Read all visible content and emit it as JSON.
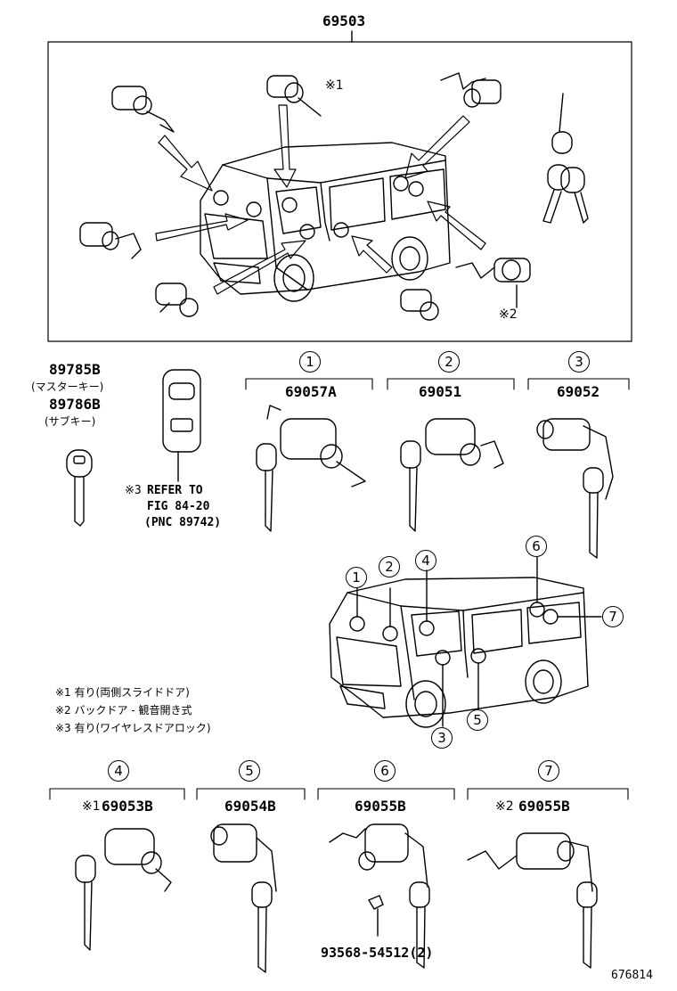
{
  "top_part_number": "69503",
  "keys": {
    "master_number": "89785B",
    "master_caption": "(マスターキー)",
    "sub_number": "89786B",
    "sub_caption": "(サブキー)"
  },
  "refer": {
    "mark": "※3",
    "line1": "REFER TO",
    "line2": "FIG 84-20",
    "line3": "(PNC 89742)"
  },
  "parts": [
    {
      "index": "1",
      "number": "69057A",
      "mark": ""
    },
    {
      "index": "2",
      "number": "69051",
      "mark": ""
    },
    {
      "index": "3",
      "number": "69052",
      "mark": ""
    },
    {
      "index": "4",
      "number": "69053B",
      "mark": "※1"
    },
    {
      "index": "5",
      "number": "69054B",
      "mark": ""
    },
    {
      "index": "6",
      "number": "69055B",
      "mark": ""
    },
    {
      "index": "7",
      "number": "69055B",
      "mark": "※2"
    }
  ],
  "callouts": {
    "top_mark1": "※1",
    "top_mark2": "※2"
  },
  "location_numbers": [
    "1",
    "2",
    "4",
    "6",
    "7",
    "3",
    "5"
  ],
  "notes": [
    "※1 有り(両側スライドドア)",
    "※2 バックドア - 観音開き式",
    "※3 有り(ワイヤレスドアロック)"
  ],
  "bolt_number": "93568-54512(2)",
  "figure_id": "676814"
}
